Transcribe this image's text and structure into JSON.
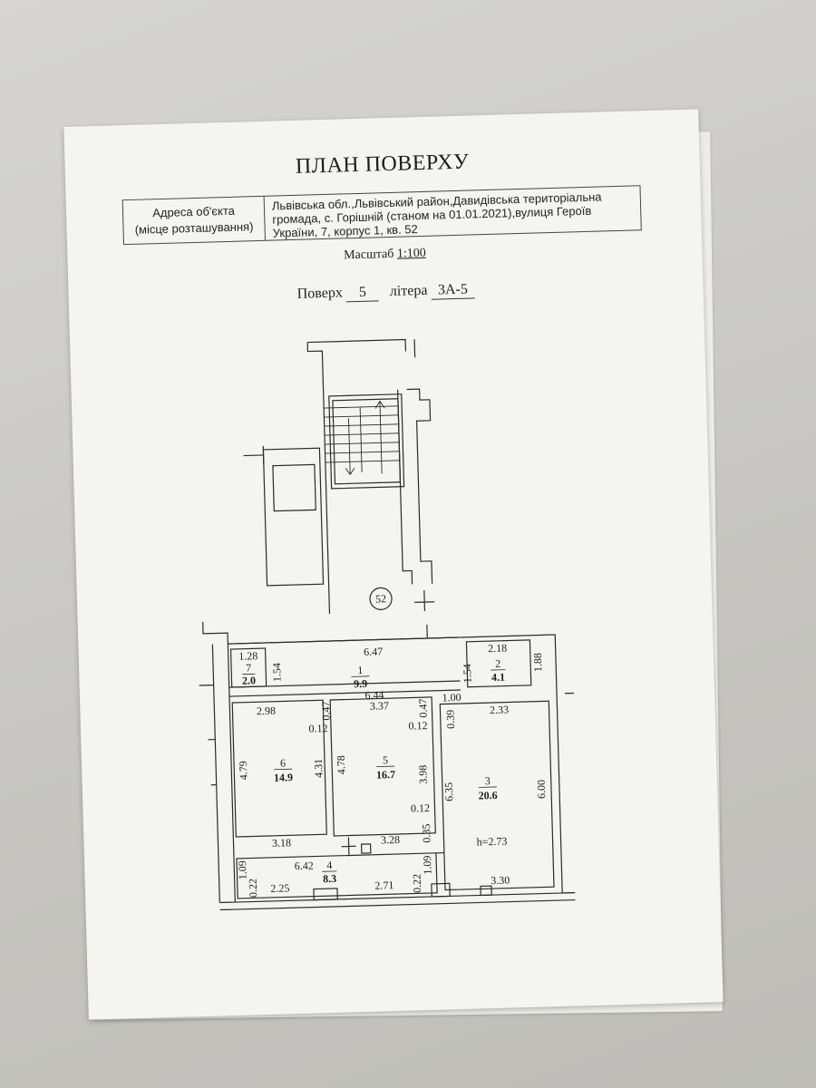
{
  "document": {
    "title": "ПЛАН ПОВЕРХУ",
    "address_label_line1": "Адреса об'єкта",
    "address_label_line2": "(місце розташування)",
    "address_value": "Львівська обл.,Львівський район,Давидівська територіальна громада, с. Горішній (станом на 01.01.2021),вулиця Героїв України, 7, корпус 1, кв. 52",
    "scale_label": "Масштаб",
    "scale_value": "1:100",
    "floor_label": "Поверх",
    "floor_value": "5",
    "letter_label": "літера",
    "letter_value": "3А-5"
  },
  "plan": {
    "apartment_number": "52",
    "ceiling_height": "h=2.73",
    "rooms": [
      {
        "number": "1",
        "area": "9.9"
      },
      {
        "number": "2",
        "area": "4.1"
      },
      {
        "number": "3",
        "area": "20.6"
      },
      {
        "number": "4",
        "area": "8.3"
      },
      {
        "number": "5",
        "area": "16.7"
      },
      {
        "number": "6",
        "area": "14.9"
      },
      {
        "number": "7",
        "area": "2.0"
      }
    ],
    "dimensions": {
      "d647": "6.47",
      "d644": "6.44",
      "d154a": "1.54",
      "d154b": "1.54",
      "d128": "1.28",
      "d218": "2.18",
      "d188": "1.88",
      "d298": "2.98",
      "d047a": "0.47",
      "d012a": "0.12",
      "d479": "4.79",
      "d431": "4.31",
      "d318": "3.18",
      "d337": "3.37",
      "d047b": "0.47",
      "d012b": "0.12",
      "d478": "4.78",
      "d398": "3.98",
      "d012c": "0.12",
      "d035": "0.35",
      "d328": "3.28",
      "d100": "1.00",
      "d039": "0.39",
      "d233": "2.33",
      "d635": "6.35",
      "d600": "6.00",
      "d330": "3.30",
      "d642": "6.42",
      "d109a": "1.09",
      "d022a": "0.22",
      "d225": "2.25",
      "d271": "2.71",
      "d022b": "0.22",
      "d109b": "1.09"
    }
  }
}
